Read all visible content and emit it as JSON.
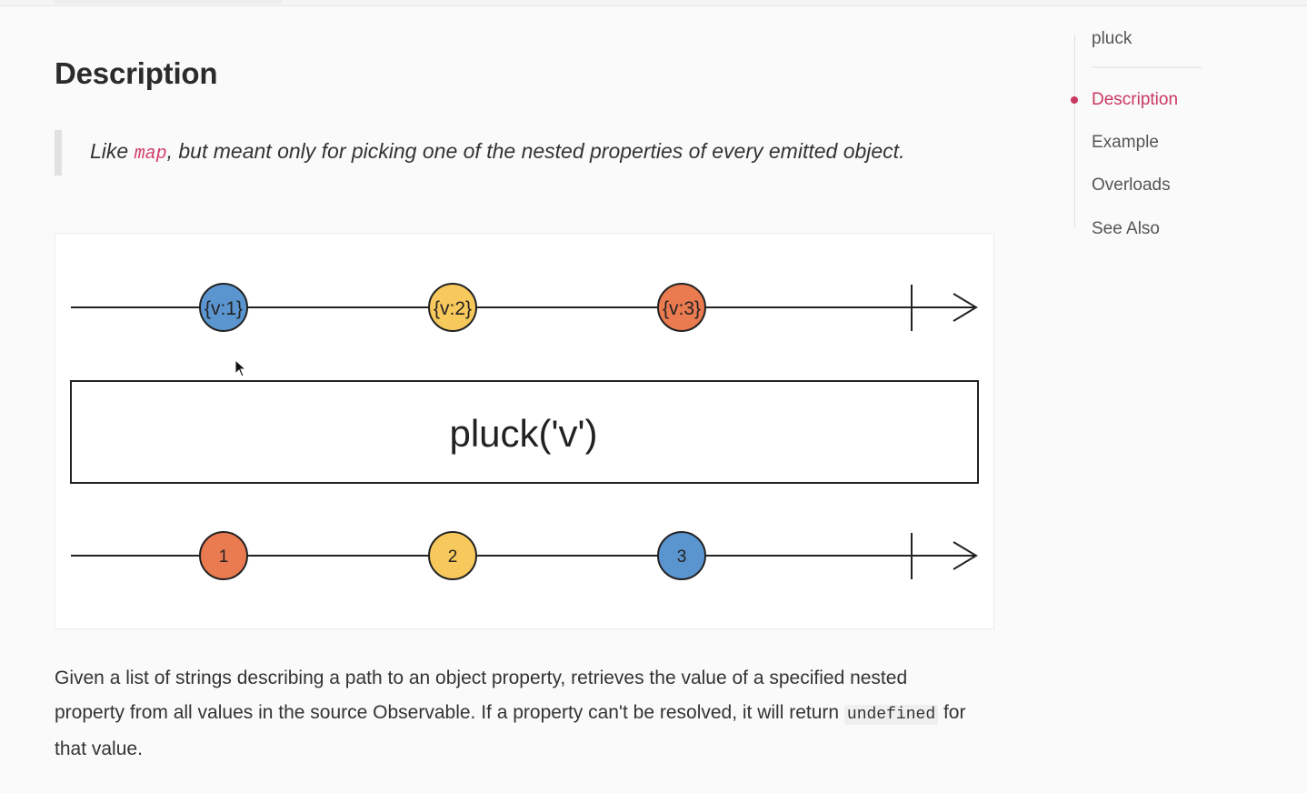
{
  "section": {
    "title": "Description",
    "quote_before": "Like ",
    "quote_code": "map",
    "quote_after": ", but meant only for picking one of the nested properties of every emitted object."
  },
  "diagram": {
    "operator_label": "pluck('v')",
    "input_marbles": [
      {
        "label": "{v:1}",
        "color": "#5b95cf"
      },
      {
        "label": "{v:2}",
        "color": "#f7c95c"
      },
      {
        "label": "{v:3}",
        "color": "#ea7a4f"
      }
    ],
    "output_marbles": [
      {
        "label": "1",
        "color": "#ea7a4f"
      },
      {
        "label": "2",
        "color": "#f7c95c"
      },
      {
        "label": "3",
        "color": "#5b95cf"
      }
    ]
  },
  "body": {
    "text_before": "Given a list of strings describing a path to an object property, retrieves the value of a specified nested property from all values in the source Observable. If a property can't be resolved, it will return ",
    "code": "undefined",
    "text_after": " for that value."
  },
  "toc": {
    "title": "pluck",
    "items": [
      {
        "label": "Description",
        "active": true
      },
      {
        "label": "Example",
        "active": false
      },
      {
        "label": "Overloads",
        "active": false
      },
      {
        "label": "See Also",
        "active": false
      }
    ]
  },
  "colors": {
    "accent": "#c8385f",
    "code_pink": "#d0406b"
  }
}
